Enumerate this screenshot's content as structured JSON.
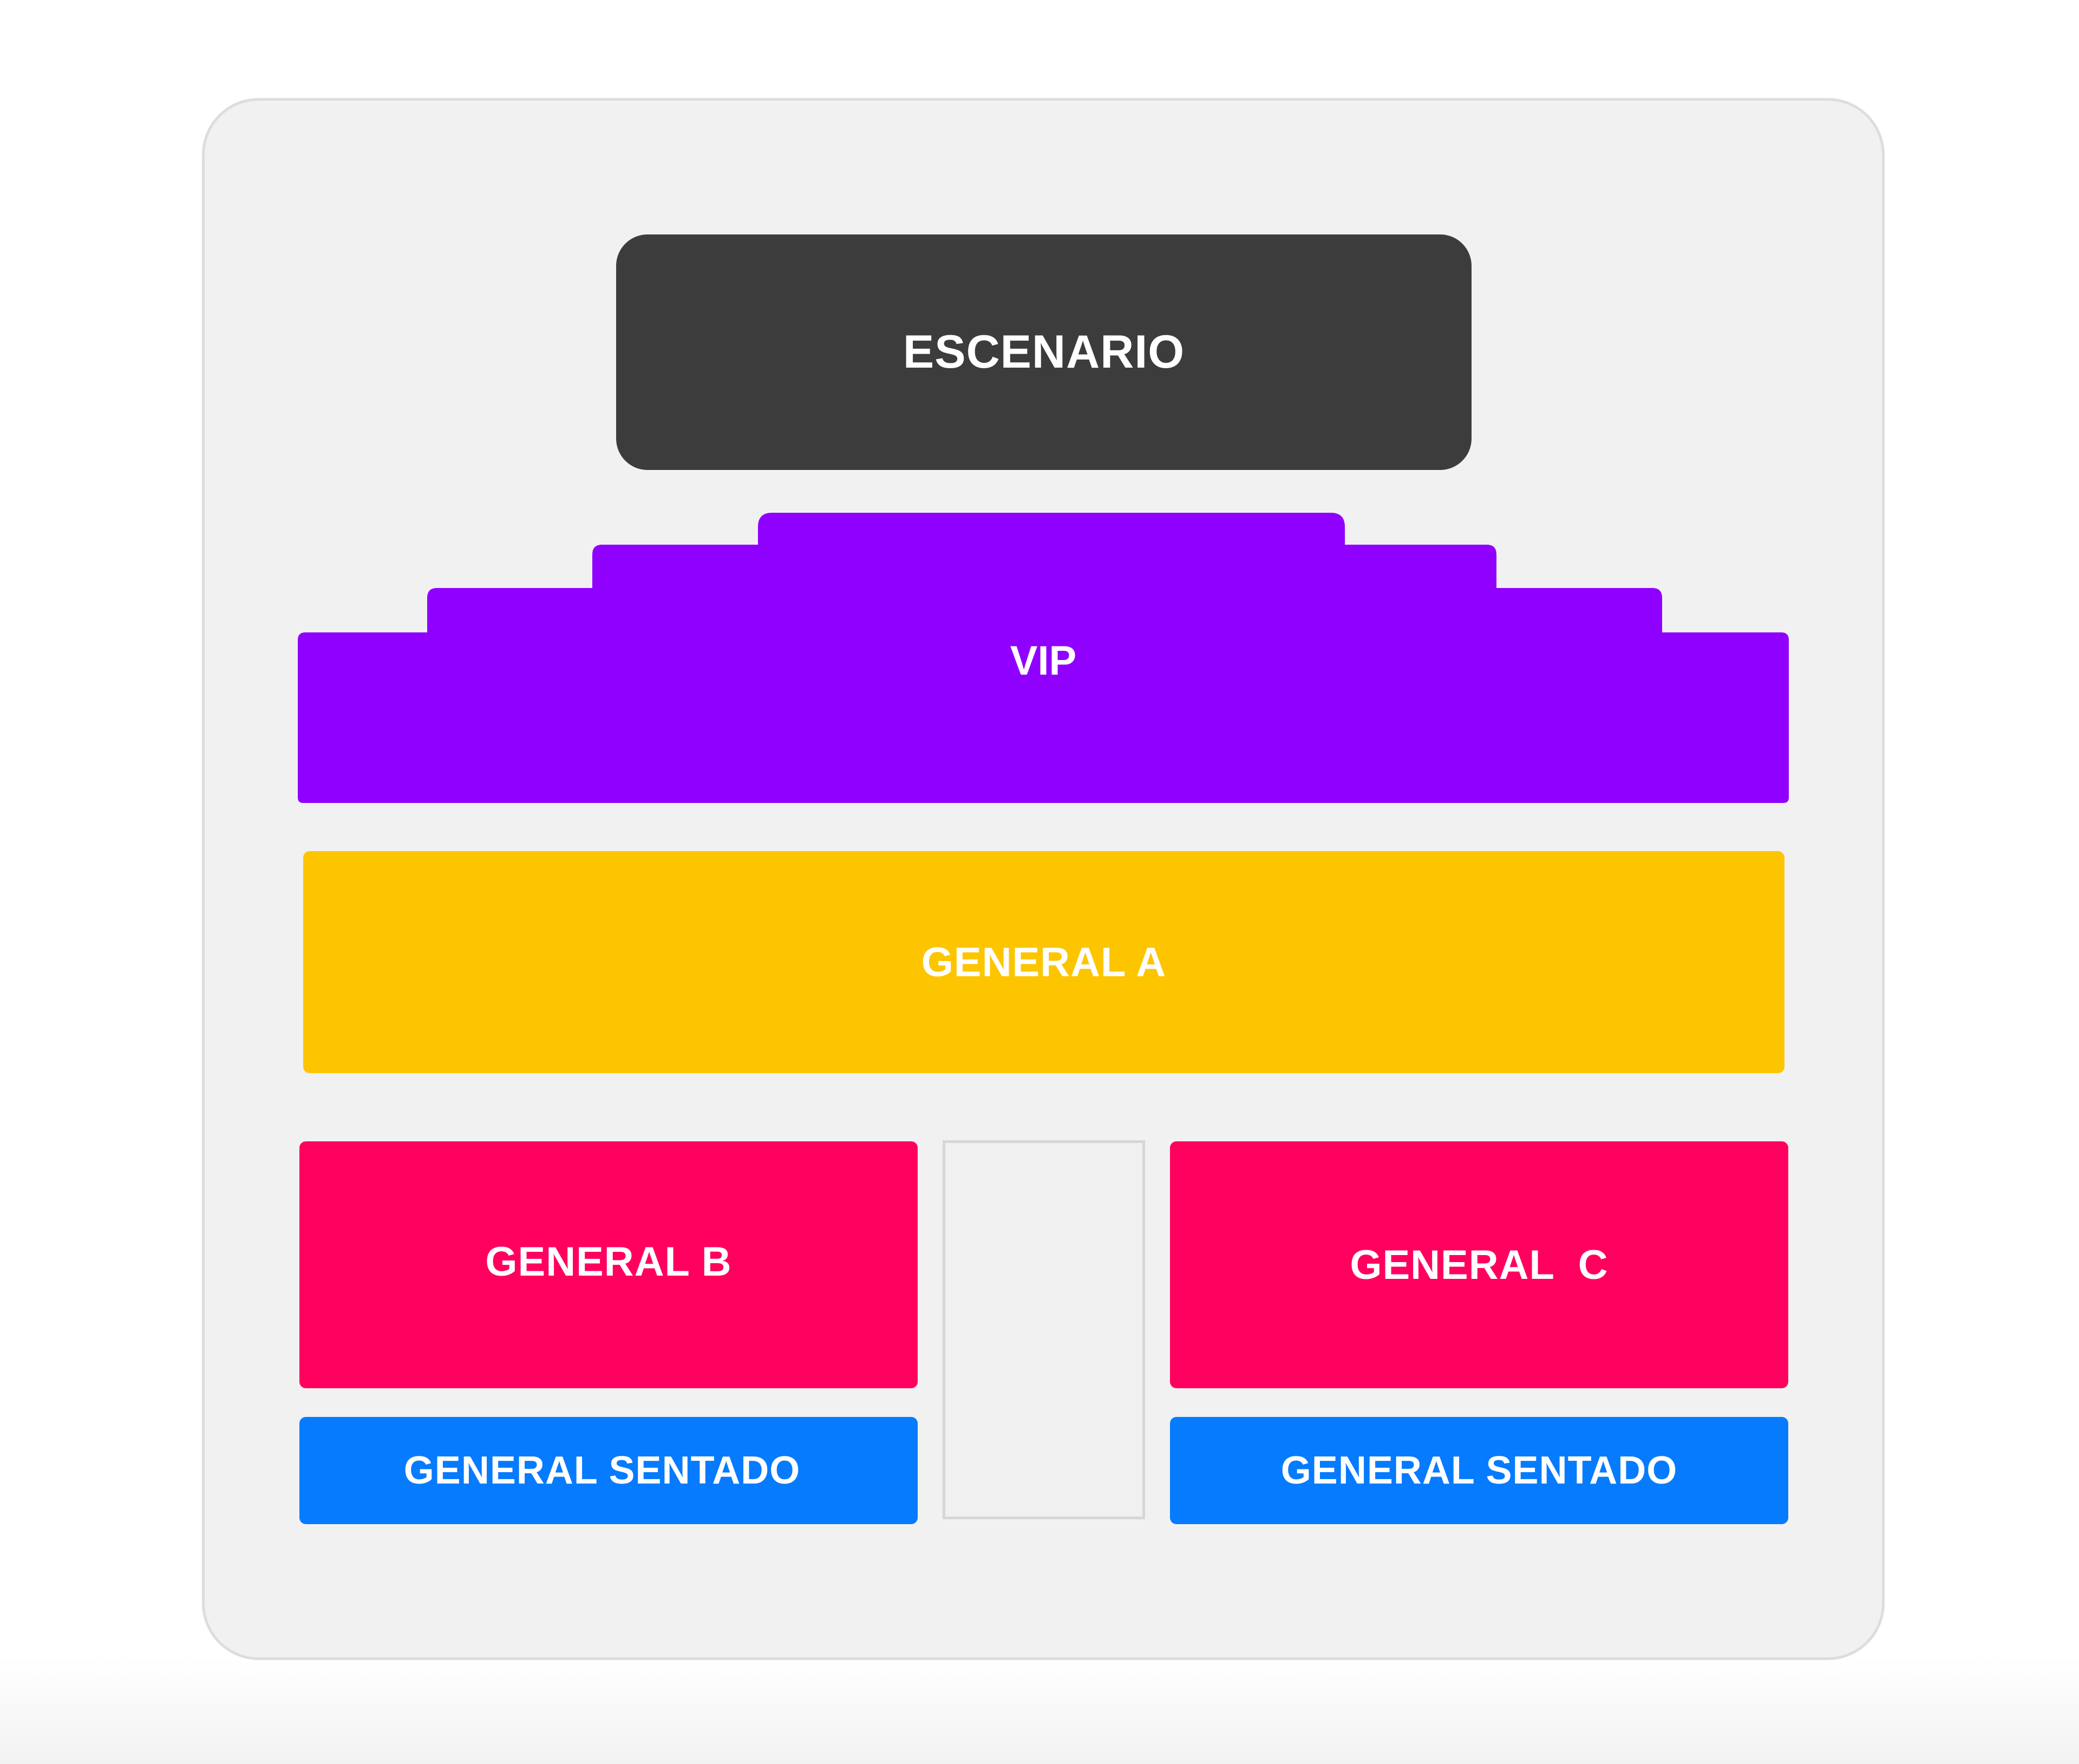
{
  "venue_map": {
    "stage": {
      "label": "ESCENARIO",
      "color": "#3c3c3c"
    },
    "sections": {
      "vip": {
        "label": "VIP",
        "color": "#9000ff"
      },
      "general_a": {
        "label": "GENERAL A",
        "color": "#fdc500"
      },
      "general_b": {
        "label": "GENERAL B",
        "color": "#ff005f"
      },
      "general_c": {
        "label": "GENERAL  C",
        "color": "#ff005f"
      },
      "general_sentado_left": {
        "label": "GENERAL SENTADO",
        "color": "#067bfe"
      },
      "general_sentado_right": {
        "label": "GENERAL SENTADO",
        "color": "#067bfe"
      }
    },
    "card_background": "#f1f1f1"
  }
}
